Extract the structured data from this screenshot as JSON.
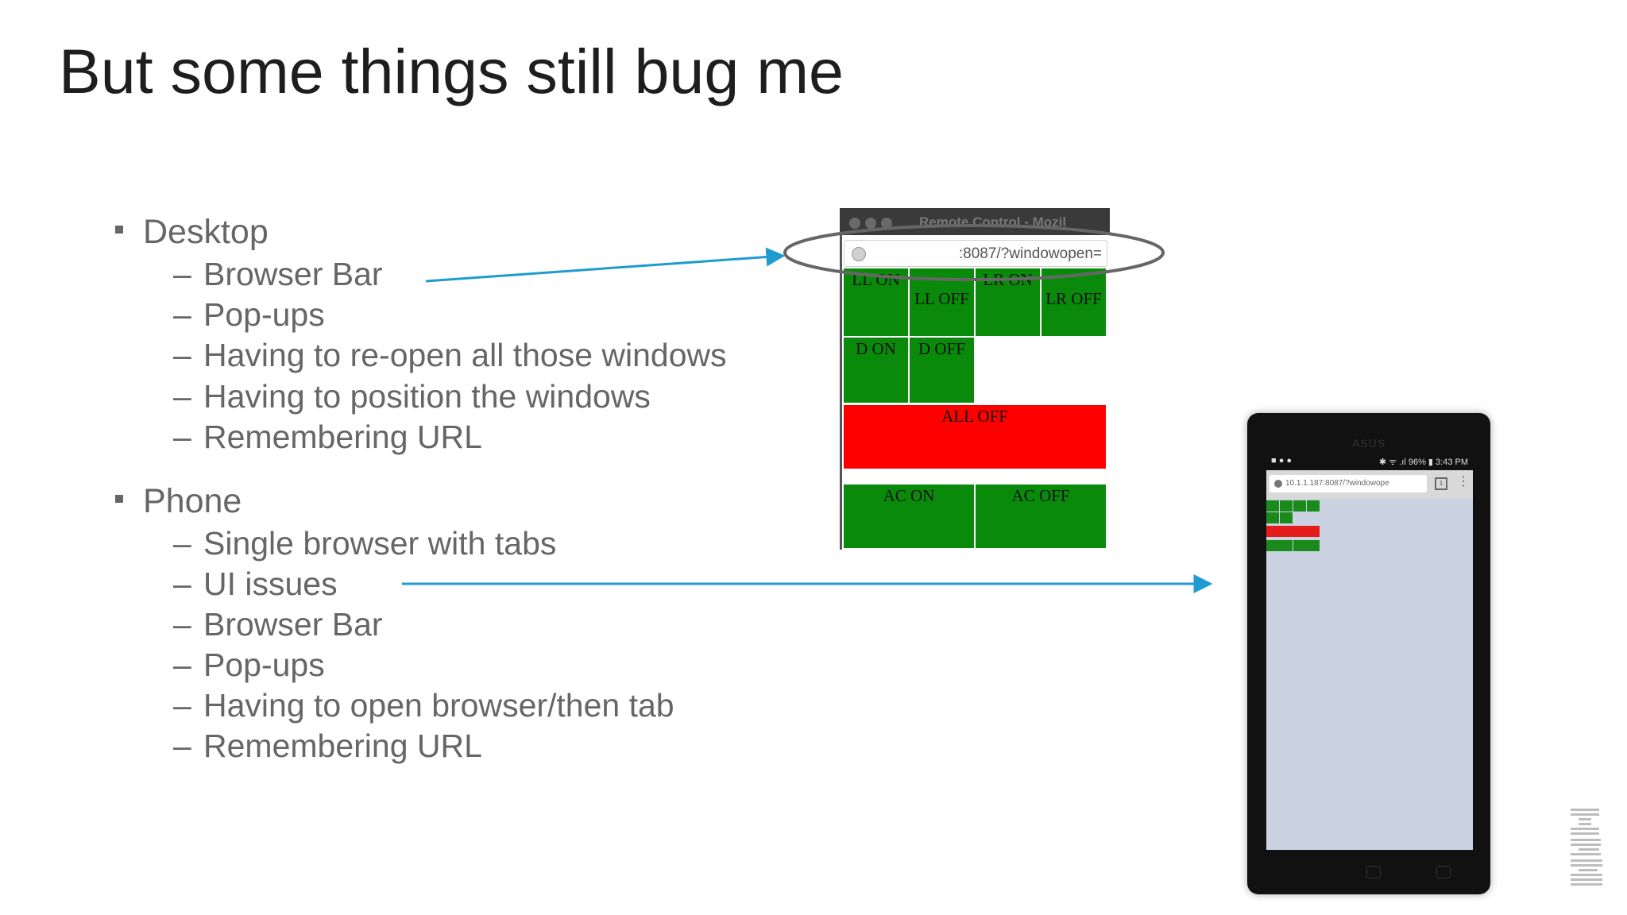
{
  "slide": {
    "title": "But some things still bug me"
  },
  "desktop": {
    "label": "Desktop",
    "items": [
      "Browser Bar",
      "Pop-ups",
      "Having to re-open all those windows",
      "Having to position the windows",
      "Remembering URL"
    ]
  },
  "phone": {
    "label": "Phone",
    "items": [
      "Single browser with tabs",
      "UI issues",
      "Browser Bar",
      "Pop-ups",
      "Having to open browser/then tab",
      "Remembering URL"
    ]
  },
  "desktop_screenshot": {
    "window_title": "Remote Control - Mozil",
    "url": ":8087/?windowopen=",
    "buttons": {
      "ll_on": "LL ON",
      "ll_off": "LL OFF",
      "lr_on": "LR ON",
      "lr_off": "LR OFF",
      "d_on": "D ON",
      "d_off": "D OFF",
      "all_off": "ALL OFF",
      "ac_on": "AC ON",
      "ac_off": "AC OFF"
    },
    "colors": {
      "on_green": "#0a8a0a",
      "all_off_red": "#ff0000",
      "callout_ring": "#666666"
    }
  },
  "phone_screenshot": {
    "brand": "ASUS",
    "status_left": "■ ● ●",
    "status_right": "✱ ᯤ .ıl 96% ▮ 3:43 PM",
    "url": "10.1.1.187:8087/?windowope",
    "tabs_count": "1"
  },
  "arrows": {
    "color": "#1f9bd1"
  },
  "logo": {
    "text": "IBM"
  }
}
